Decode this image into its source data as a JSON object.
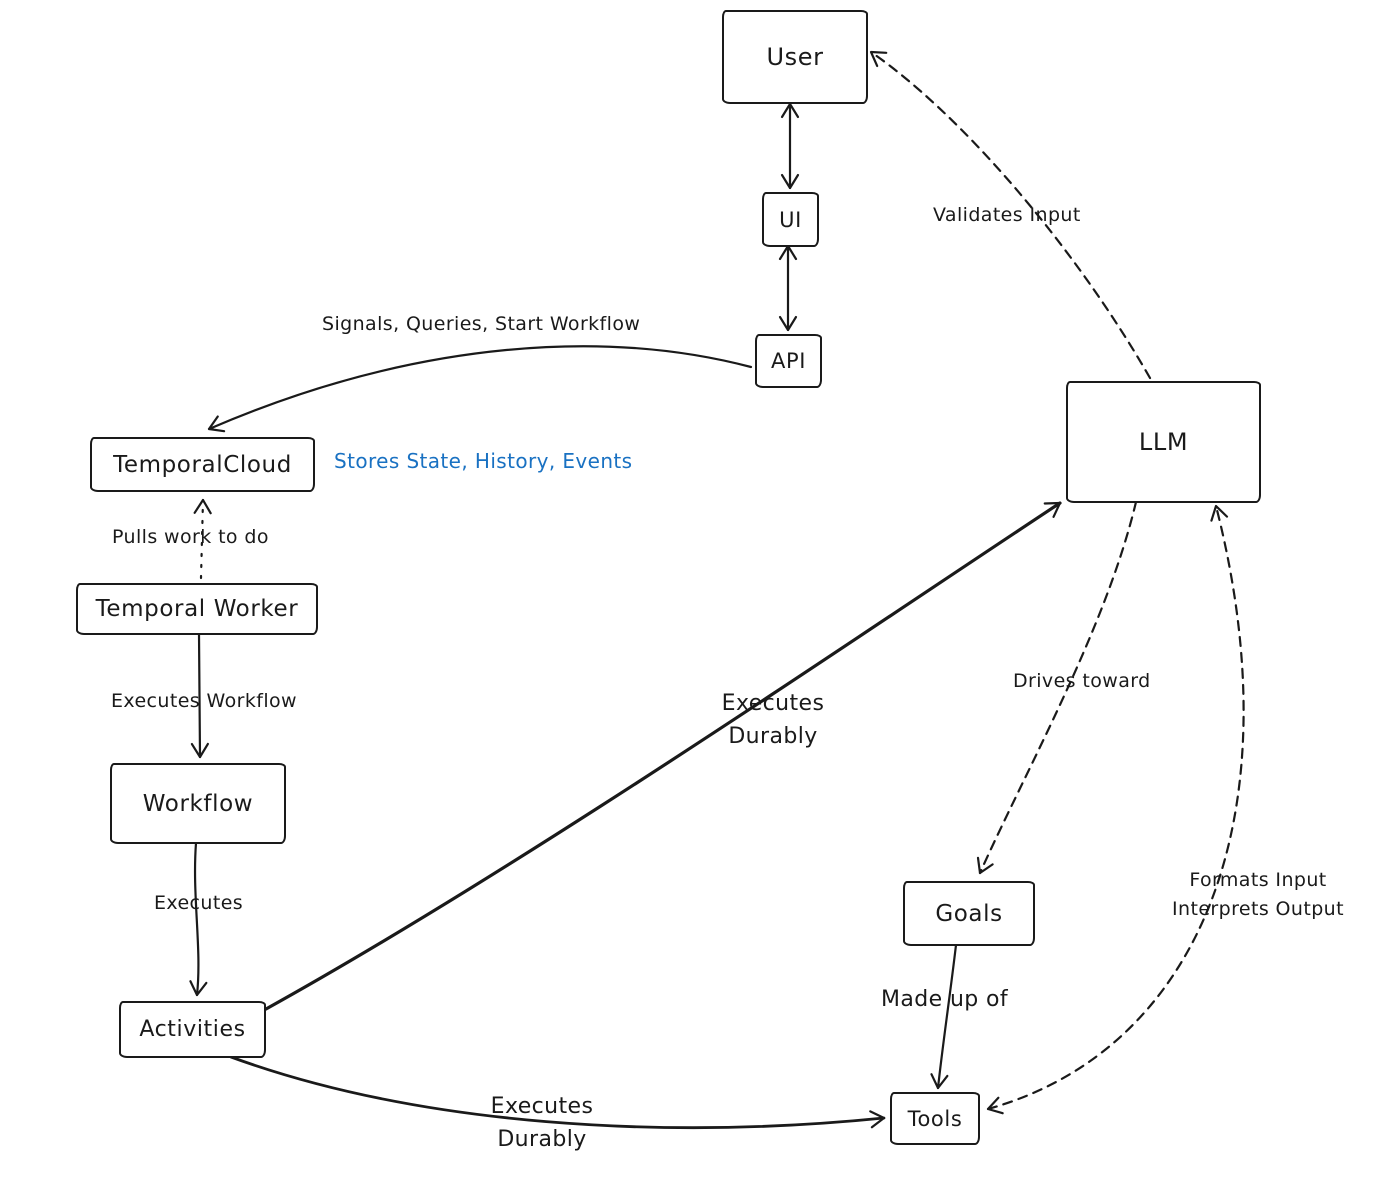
{
  "diagram": {
    "colors": {
      "background": "#ffffff",
      "stroke": "#1a1a1a",
      "note_blue": "#1971c2"
    },
    "nodes": {
      "user": {
        "label": "User"
      },
      "ui": {
        "label": "UI"
      },
      "api": {
        "label": "API"
      },
      "llm": {
        "label": "LLM"
      },
      "temporal_cloud": {
        "label": "TemporalCloud"
      },
      "temporal_worker": {
        "label": "Temporal Worker"
      },
      "workflow": {
        "label": "Workflow"
      },
      "activities": {
        "label": "Activities"
      },
      "goals": {
        "label": "Goals"
      },
      "tools": {
        "label": "Tools"
      }
    },
    "edges": {
      "user_ui": {
        "from": "user",
        "to": "ui",
        "style": "solid",
        "arrows": "both",
        "label": ""
      },
      "ui_api": {
        "from": "ui",
        "to": "api",
        "style": "solid",
        "arrows": "both",
        "label": ""
      },
      "api_temporal_cloud": {
        "from": "api",
        "to": "temporal_cloud",
        "style": "solid",
        "arrows": "end",
        "label": "Signals, Queries, Start Workflow"
      },
      "llm_user": {
        "from": "llm",
        "to": "user",
        "style": "dashed",
        "arrows": "end",
        "label": "Validates Input"
      },
      "temporal_worker_temporal_cloud": {
        "from": "temporal_worker",
        "to": "temporal_cloud",
        "style": "dotted",
        "arrows": "end",
        "label": "Pulls work to do"
      },
      "temporal_worker_workflow": {
        "from": "temporal_worker",
        "to": "workflow",
        "style": "solid",
        "arrows": "end",
        "label": "Executes Workflow"
      },
      "workflow_activities": {
        "from": "workflow",
        "to": "activities",
        "style": "solid",
        "arrows": "end",
        "label": "Executes"
      },
      "activities_llm": {
        "from": "activities",
        "to": "llm",
        "style": "solid",
        "arrows": "end",
        "label_line1": "Executes",
        "label_line2": "Durably"
      },
      "activities_tools": {
        "from": "activities",
        "to": "tools",
        "style": "solid",
        "arrows": "end",
        "label_line1": "Executes",
        "label_line2": "Durably"
      },
      "llm_goals": {
        "from": "llm",
        "to": "goals",
        "style": "dashed",
        "arrows": "end",
        "label": "Drives toward"
      },
      "goals_tools": {
        "from": "goals",
        "to": "tools",
        "style": "solid",
        "arrows": "end",
        "label": "Made up of"
      },
      "tools_llm": {
        "from": "tools",
        "to": "llm",
        "style": "dashed",
        "arrows": "both",
        "label_line1": "Formats Input",
        "label_line2": "Interprets Output"
      }
    },
    "notes": {
      "stores_state": {
        "text": "Stores State, History, Events",
        "color": "#1971c2",
        "attached_to": "temporal_cloud"
      }
    }
  }
}
